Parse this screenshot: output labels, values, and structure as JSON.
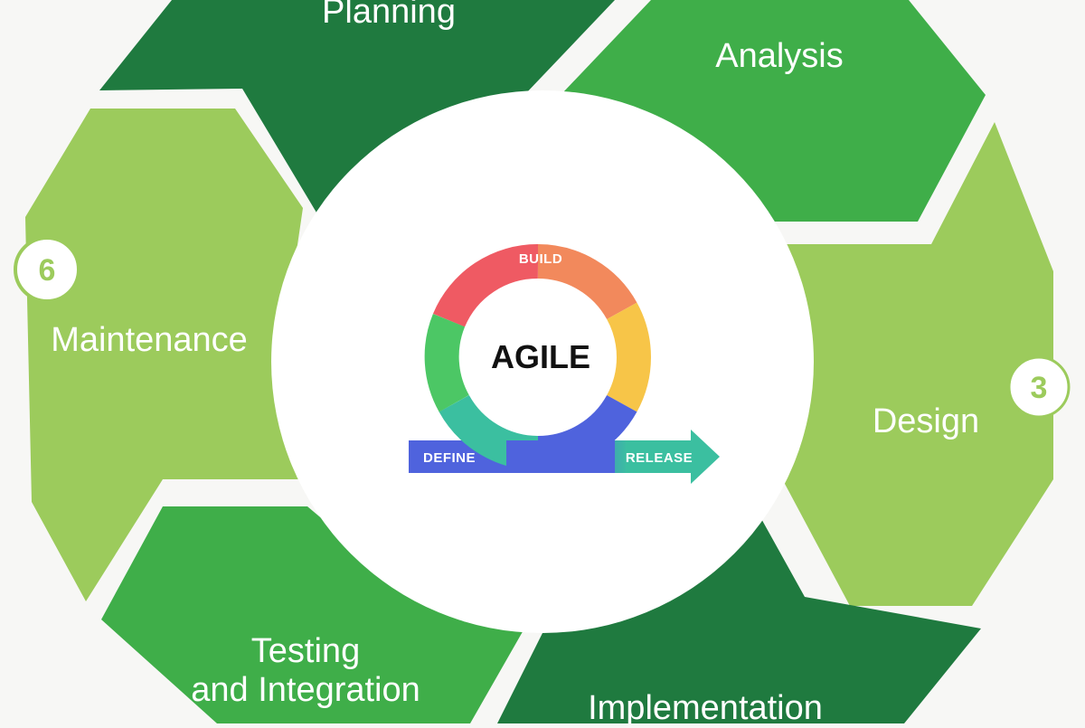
{
  "diagram": {
    "center": {
      "title": "AGILE",
      "labels": {
        "build": "BUILD",
        "define": "DEFINE",
        "release": "RELEASE"
      }
    },
    "phases": [
      {
        "label_lines": [
          "Planning"
        ]
      },
      {
        "label_lines": [
          "Analysis"
        ]
      },
      {
        "label_lines": [
          "Design"
        ],
        "badge": "3"
      },
      {
        "label_lines": [
          "Implementation"
        ]
      },
      {
        "label_lines": [
          "Testing",
          "and Integration"
        ]
      },
      {
        "label_lines": [
          "Maintenance"
        ],
        "badge": "6"
      }
    ]
  },
  "colors": {
    "dark_green": "#1f7a3f",
    "mid_green": "#3fae49",
    "light_green": "#9ccb5c",
    "background": "#f7f7f5",
    "ring_red": "#ef5a63",
    "ring_orange": "#f2895c",
    "ring_yellow": "#f7c548",
    "ring_green": "#4cc765",
    "ring_teal": "#3bbfa0",
    "ring_blue": "#4f63dd"
  }
}
